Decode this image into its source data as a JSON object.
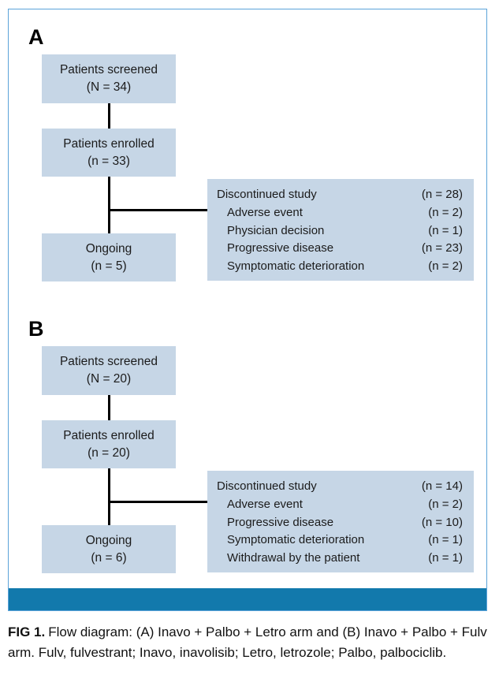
{
  "figure": {
    "caption_label": "FIG 1.",
    "caption_text": "Flow diagram: (A) Inavo + Palbo + Letro arm and (B) Inavo + Palbo + Fulv arm. Fulv, fulvestrant; Inavo, inavolisib; Letro, letrozole; Palbo, palbociclib.",
    "frame_border_color": "#5ba3d9",
    "bottom_bar_color": "#1279ac",
    "box_fill_color": "#c6d6e6",
    "connector_color": "#000000"
  },
  "panels": {
    "a": {
      "letter": "A",
      "screened": {
        "line_1": "Patients screened",
        "line_2": "(N = 34)"
      },
      "enrolled": {
        "line_1": "Patients enrolled",
        "line_2": "(n = 33)"
      },
      "ongoing": {
        "line_1": "Ongoing",
        "line_2": "(n = 5)"
      },
      "discontinued": {
        "header_label": "Discontinued study",
        "header_count": "(n = 28)",
        "reasons": [
          {
            "label": "Adverse event",
            "count": "(n = 2)"
          },
          {
            "label": "Physician decision",
            "count": "(n = 1)"
          },
          {
            "label": "Progressive disease",
            "count": "(n = 23)"
          },
          {
            "label": "Symptomatic deterioration",
            "count": "(n = 2)"
          }
        ]
      }
    },
    "b": {
      "letter": "B",
      "screened": {
        "line_1": "Patients screened",
        "line_2": "(N = 20)"
      },
      "enrolled": {
        "line_1": "Patients enrolled",
        "line_2": "(n = 20)"
      },
      "ongoing": {
        "line_1": "Ongoing",
        "line_2": "(n = 6)"
      },
      "discontinued": {
        "header_label": "Discontinued study",
        "header_count": "(n = 14)",
        "reasons": [
          {
            "label": "Adverse event",
            "count": "(n = 2)"
          },
          {
            "label": "Progressive disease",
            "count": "(n = 10)"
          },
          {
            "label": "Symptomatic deterioration",
            "count": "(n = 1)"
          },
          {
            "label": "Withdrawal by the patient",
            "count": "(n = 1)"
          }
        ]
      }
    }
  }
}
